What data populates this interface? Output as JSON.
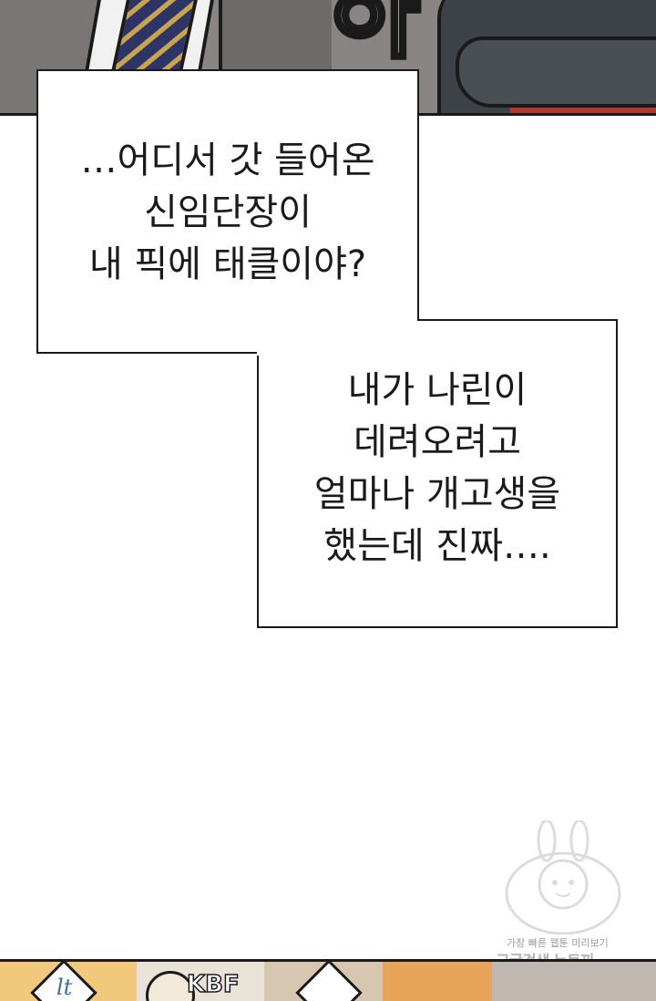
{
  "top_panel": {
    "sfx_text": "하"
  },
  "speech_box_1": {
    "lines": [
      "…어디서 갓 들어온",
      "신임단장이",
      "내 픽에 태클이야?"
    ]
  },
  "speech_box_2": {
    "lines": [
      "내가 나린이",
      "데려오려고",
      "얼마나 개고생을",
      "했는데 진짜…."
    ]
  },
  "watermark": {
    "line1": "가장 빠른 웹툰 미리보기",
    "line2": "구글검색 뉴토끼"
  },
  "bottom_panel": {
    "logo_1": "lt",
    "logo_2": "KBF"
  },
  "colors": {
    "ink": "#1a1a1a",
    "background": "#ffffff"
  }
}
